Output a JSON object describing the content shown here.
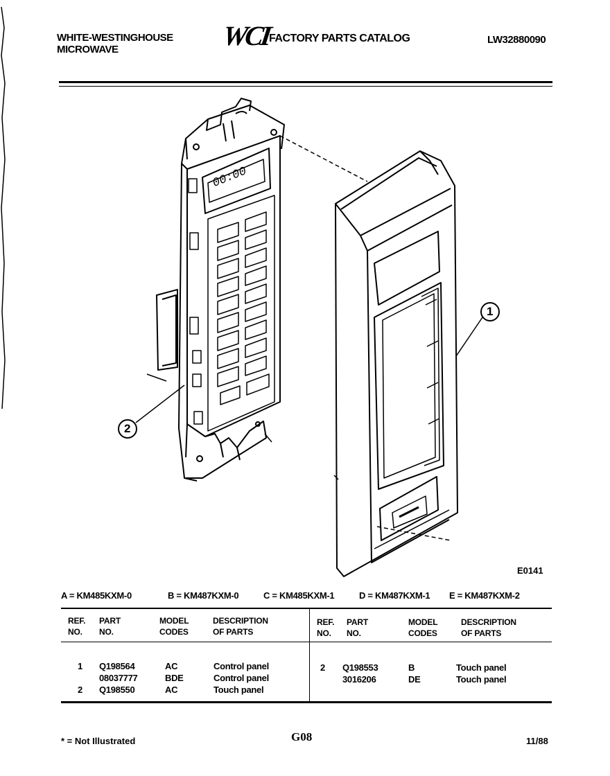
{
  "header": {
    "brand_line1": "WHITE-WESTINGHOUSE",
    "brand_line2": "MICROWAVE",
    "logo": "WCI",
    "catalog_title": "FACTORY PARTS CATALOG",
    "catalog_code": "LW32880090"
  },
  "diagram": {
    "display_text": "00:00",
    "callout_1": "1",
    "callout_2": "2",
    "figure_code": "E0141"
  },
  "models": [
    "A = KM485KXM-0",
    "B = KM487KXM-0",
    "C = KM485KXM-1",
    "D = KM487KXM-1",
    "E = KM487KXM-2"
  ],
  "table": {
    "headers": {
      "ref_no": [
        "REF.",
        "NO."
      ],
      "part_no": [
        "PART",
        "NO."
      ],
      "model_codes": [
        "MODEL",
        "CODES"
      ],
      "description": [
        "DESCRIPTION",
        "OF PARTS"
      ]
    },
    "left_rows": [
      {
        "ref": "1",
        "part": "Q198564",
        "codes": "AC",
        "desc": "Control panel"
      },
      {
        "ref": "",
        "part": "08037777",
        "codes": "BDE",
        "desc": "Control panel"
      },
      {
        "ref": "2",
        "part": "Q198550",
        "codes": "AC",
        "desc": "Touch panel"
      }
    ],
    "right_rows": [
      {
        "ref": "2",
        "part": "Q198553",
        "codes": "B",
        "desc": "Touch panel"
      },
      {
        "ref": "",
        "part": "3016206",
        "codes": "DE",
        "desc": "Touch panel"
      }
    ]
  },
  "footer": {
    "note": "* = Not Illustrated",
    "page": "G08",
    "date": "11/88"
  }
}
